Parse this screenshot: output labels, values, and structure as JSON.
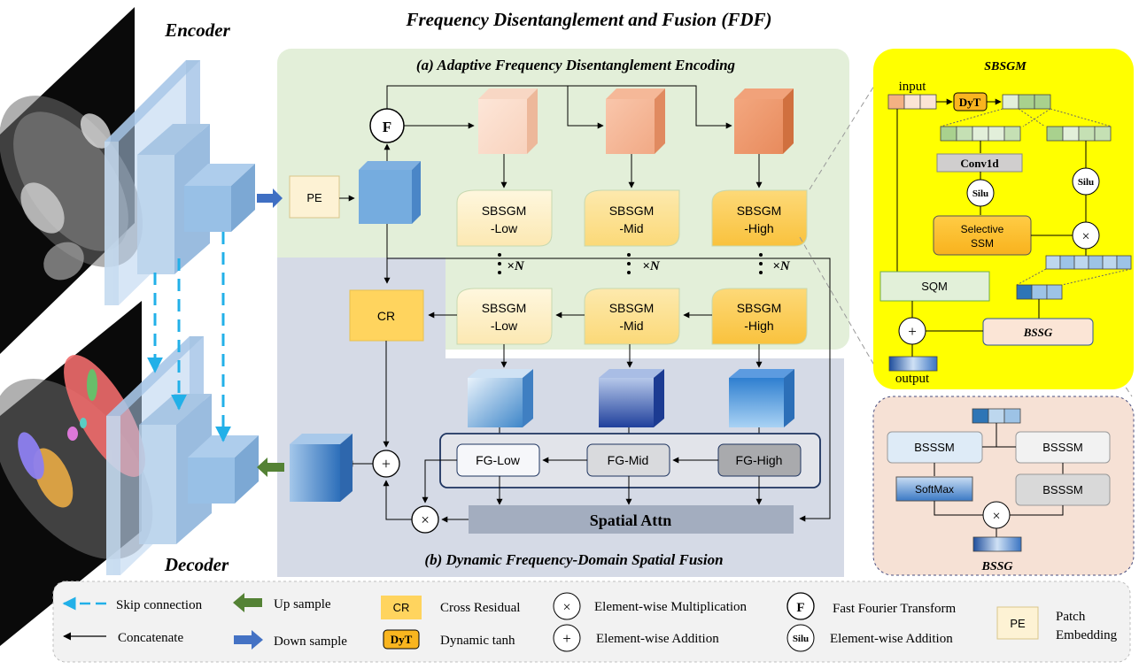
{
  "title": "Frequency Disentanglement and Fusion (FDF)",
  "encoder_label": "Encoder",
  "decoder_label": "Decoder",
  "panel_a_title": "(a)  Adaptive Frequency Disentanglement Encoding",
  "panel_b_title": "(b)  Dynamic Frequency-Domain Spatial Fusion",
  "pe_label": "PE",
  "fft_symbol": "F",
  "cr_label": "CR",
  "times_n": "×N",
  "sbsgm_blocks": [
    {
      "line1": "SBSGM",
      "line2": "-Low"
    },
    {
      "line1": "SBSGM",
      "line2": "-Mid"
    },
    {
      "line1": "SBSGM",
      "line2": "-High"
    }
  ],
  "fg_blocks": [
    "FG-Low",
    "FG-Mid",
    "FG-High"
  ],
  "spatial_attn": "Spatial Attn",
  "plus_symbol": "+",
  "times_symbol": "×",
  "sbsgm_panel": {
    "title": "SBSGM",
    "input": "input",
    "output": "output",
    "dyt": "DyT",
    "conv1d": "Conv1d",
    "silu": "Silu",
    "selective_ssm": [
      "Selective",
      "SSM"
    ],
    "sqm": "SQM",
    "bssg": "BSSG"
  },
  "bssg_panel": {
    "title": "BSSG",
    "bsssm": "BSSSM",
    "softmax": "SoftMax"
  },
  "legend": {
    "skip_connection": "Skip connection",
    "concatenate": "Concatenate",
    "up_sample": "Up sample",
    "down_sample": "Down sample",
    "cr_key": "CR",
    "cross_residual": "Cross Residual",
    "dyt_key": "DyT",
    "dynamic_tanh": "Dynamic tanh",
    "mult_key": "×",
    "elementwise_mult": "Element-wise Multiplication",
    "add_key": "+",
    "elementwise_add": "Element-wise Addition",
    "fft_key": "F",
    "fft": "Fast Fourier Transform",
    "silu_key": "Silu",
    "silu_desc": "Element-wise Addition",
    "pe_key": "PE",
    "patch": "Patch",
    "embedding": "Embedding"
  },
  "colors": {
    "panel_a_bg": "#e3efd9",
    "panel_b_bg": "#d5dae6",
    "sbsgm_panel_bg": "#ffff00",
    "bssg_panel_bg": "#f6e1d5",
    "cr_fill": "#ffd45e",
    "pe_fill": "#fdf2d4"
  }
}
